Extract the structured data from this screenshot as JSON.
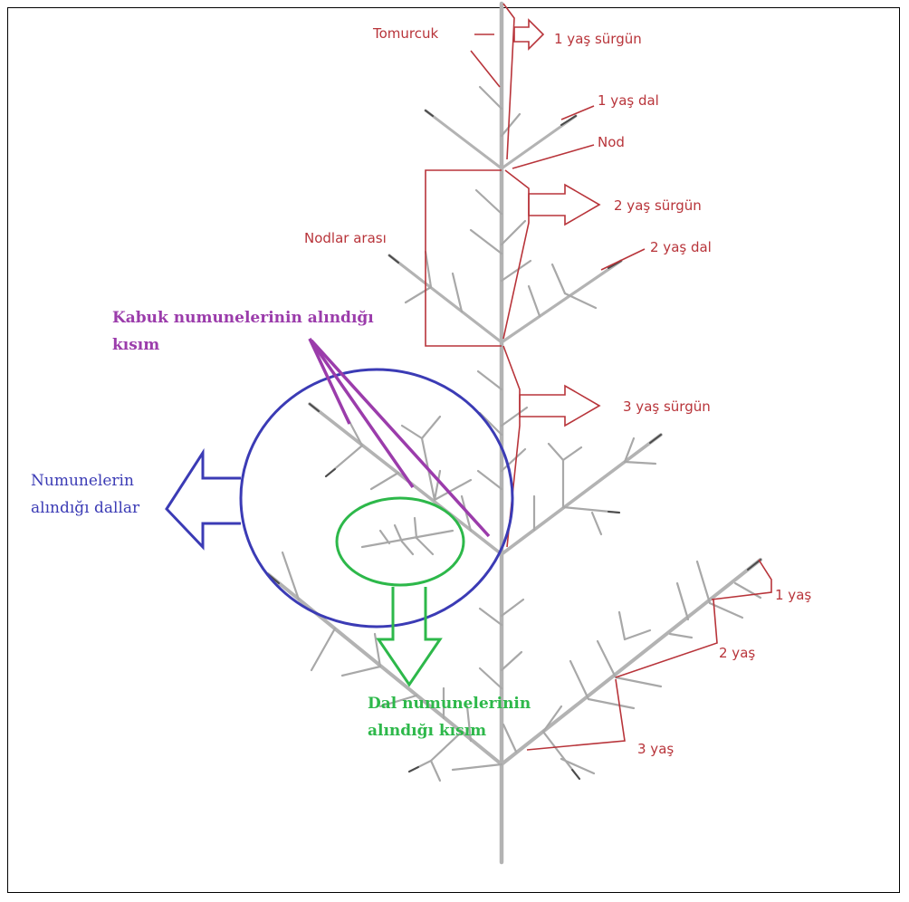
{
  "diagram": {
    "labels": {
      "tomurcuk": "Tomurcuk",
      "one_year_shoot": "1 yaş sürgün",
      "one_year_branch": "1 yaş dal",
      "nod": "Nod",
      "two_year_shoot": "2 yaş sürgün",
      "nodlar_arasi": "Nodlar arası",
      "two_year_branch": "2 yaş dal",
      "bark_samples_line1": "Kabuk numunelerinin alındığı",
      "bark_samples_line2": "kısım",
      "three_year_shoot": "3 yaş sürgün",
      "sampled_branches_line1": "Numunelerin",
      "sampled_branches_line2": "alındığı dallar",
      "age_1": "1 yaş",
      "age_2": "2 yaş",
      "age_3": "3 yaş",
      "branch_samples_line1": "Dal numunelerinin",
      "branch_samples_line2": "alındığı kısım"
    },
    "colors": {
      "labels_red": "#b8343a",
      "bark_purple": "#9b3cab",
      "circle_blue": "#3b3bb5",
      "ellipse_green": "#2db84a",
      "branch_gray": "#b3b3b3"
    }
  }
}
